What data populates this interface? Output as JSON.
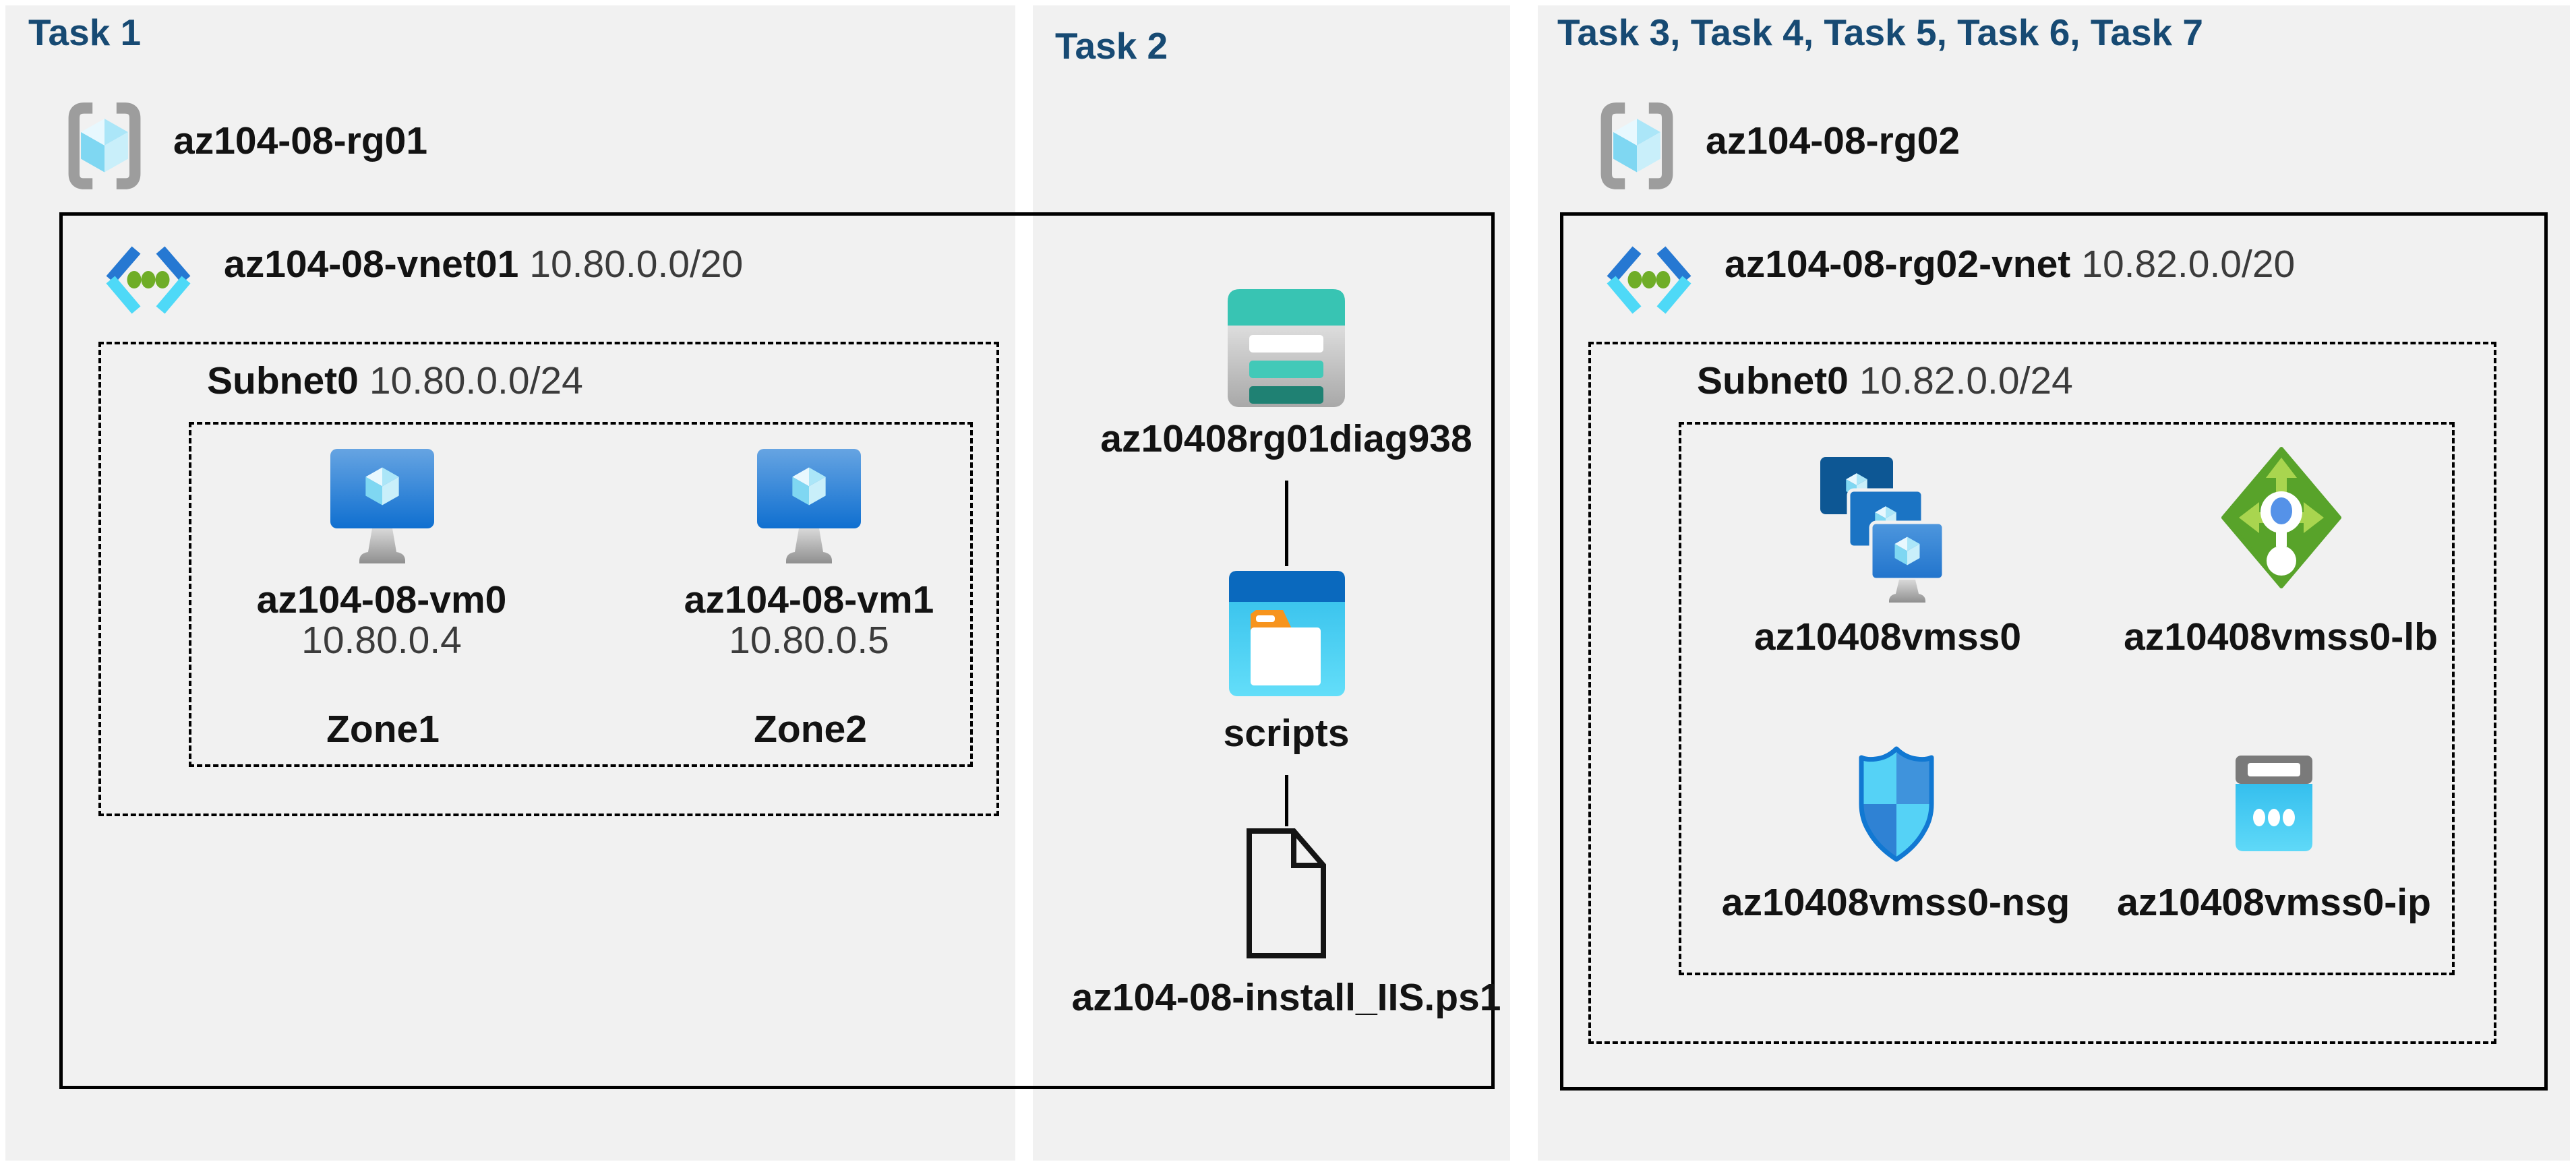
{
  "colors": {
    "heading_navy": "#174A73",
    "panel_gray": "#F1F1F1",
    "label_black": "#131313",
    "secondary_text": "#3B3B3B",
    "border_black": "#000000",
    "storage_teal": "#38C4B3",
    "storage_teal_dark": "#1F8173",
    "scripts_titlebar_blue": "#0A69BE",
    "scripts_body_cyan": "#3FC9EF",
    "folder_orange": "#F7941D",
    "lb_green": "#58A32A",
    "lb_arrow_green": "#A9D54F",
    "nsg_outline_blue": "#1178D2",
    "vm_monitor_blue": "#1271D1",
    "vnet_chevron_blue": "#2678D2",
    "vnet_chevron_cyan": "#4ED9F7",
    "vnet_dot_green": "#6FAD27",
    "public_ip_gray": "#7A7A7A",
    "public_ip_cyan": "#43CBF1",
    "rg_bracket_gray": "#9D9D9D",
    "cube_cyan": "#7FD7F2"
  },
  "panels": [
    {
      "heading": "Task 1",
      "resource_group": {
        "icon": "resource-group-icon",
        "name": "az104-08-rg01"
      },
      "vnet": {
        "icon": "virtual-network-icon",
        "name": "az104-08-vnet01",
        "cidr": "10.80.0.0/20",
        "subnet": {
          "name": "Subnet0",
          "cidr": "10.80.0.0/24",
          "vms": [
            {
              "icon": "virtual-machine-icon",
              "name": "az104-08-vm0",
              "ip": "10.80.0.4",
              "zone": "Zone1"
            },
            {
              "icon": "virtual-machine-icon",
              "name": "az104-08-vm1",
              "ip": "10.80.0.5",
              "zone": "Zone2"
            }
          ]
        }
      }
    },
    {
      "heading": "Task 2",
      "items": [
        {
          "icon": "storage-account-icon",
          "label": "az10408rg01diag938"
        },
        {
          "icon": "folder-icon",
          "label": "scripts"
        },
        {
          "icon": "file-icon",
          "label": "az104-08-install_IIS.ps1"
        }
      ]
    },
    {
      "heading": "Task 3, Task 4, Task 5, Task 6, Task 7",
      "resource_group": {
        "icon": "resource-group-icon",
        "name": "az104-08-rg02"
      },
      "vnet": {
        "icon": "virtual-network-icon",
        "name": "az104-08-rg02-vnet",
        "cidr": "10.82.0.0/20",
        "subnet": {
          "name": "Subnet0",
          "cidr": "10.82.0.0/24",
          "resources": [
            {
              "icon": "vm-scale-set-icon",
              "label": "az10408vmss0"
            },
            {
              "icon": "load-balancer-icon",
              "label": "az10408vmss0-lb"
            },
            {
              "icon": "network-security-group-icon",
              "label": "az10408vmss0-nsg"
            },
            {
              "icon": "public-ip-icon",
              "label": "az10408vmss0-ip"
            }
          ]
        }
      }
    }
  ]
}
